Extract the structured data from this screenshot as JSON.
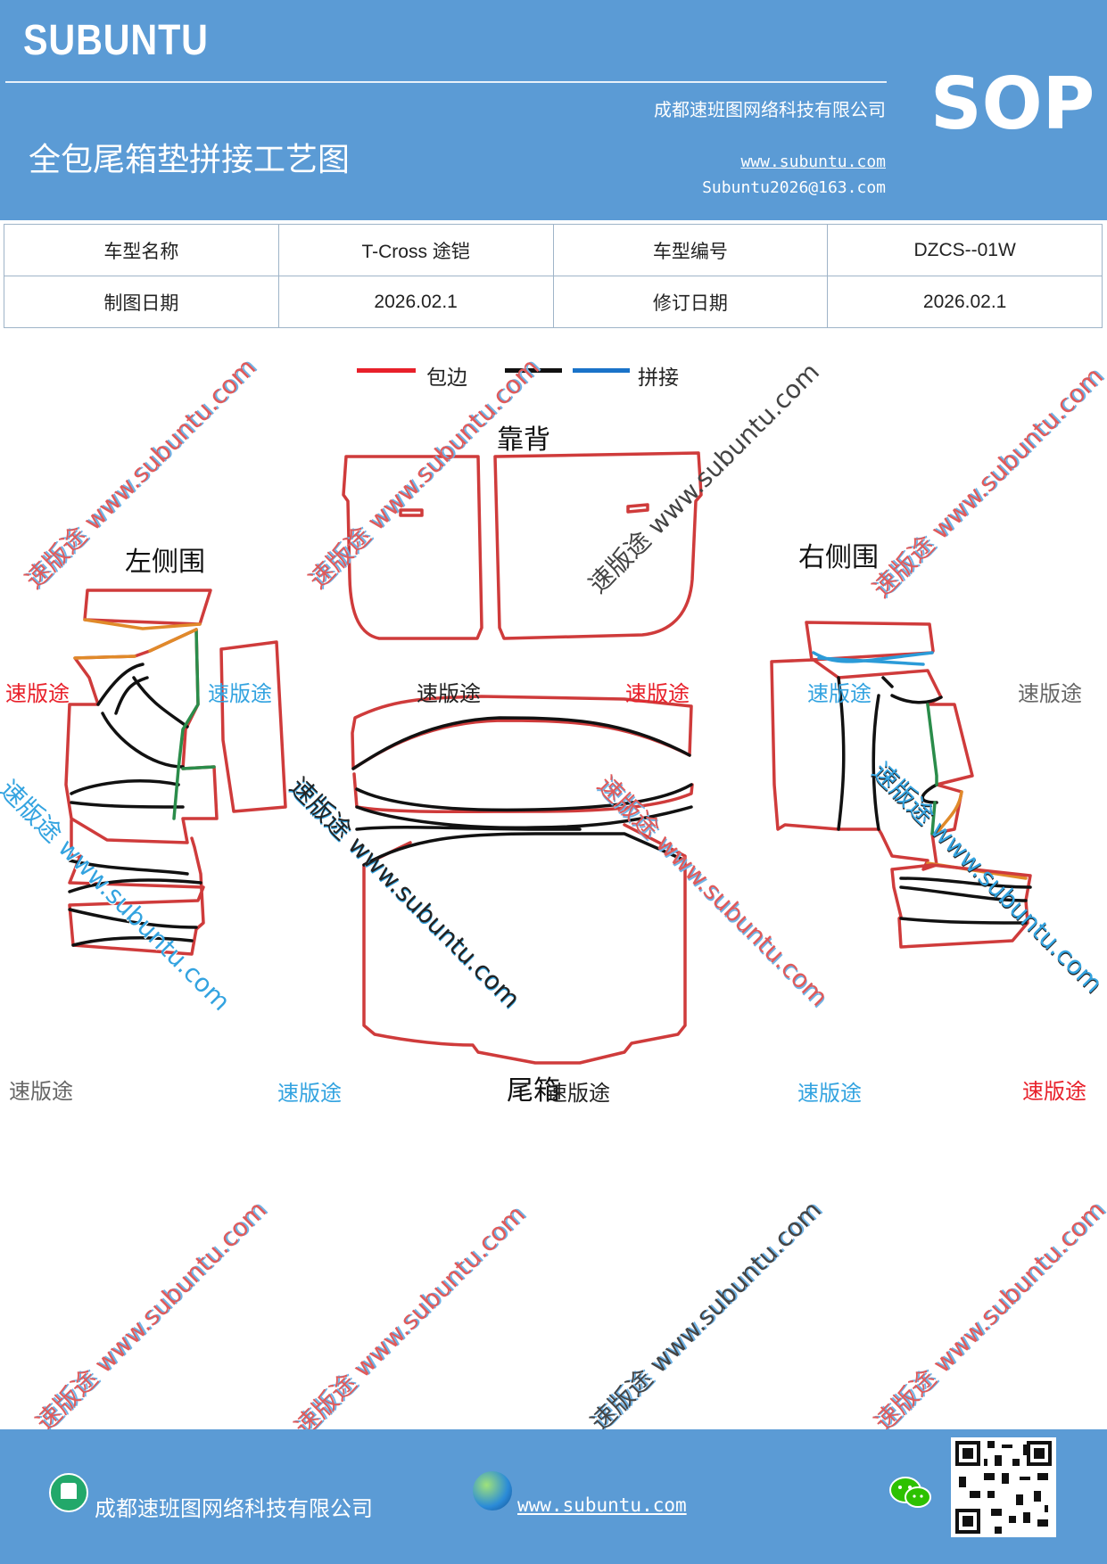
{
  "header": {
    "brand": "SUBUNTU",
    "company": "成都速班图网络科技有限公司",
    "sop": "SOP",
    "title": "全包尾箱垫拼接工艺图",
    "website": "www.subuntu.com",
    "email": "Subuntu2026@163.com"
  },
  "info_table": {
    "rows": [
      [
        "车型名称",
        "T-Cross  途铠",
        "车型编号",
        "DZCS--01W"
      ],
      [
        "制图日期",
        "2026.02.1",
        "修订日期",
        "2026.02.1"
      ]
    ]
  },
  "legend": {
    "items": [
      {
        "label": "包边",
        "color": "#e8202a"
      },
      {
        "label": "",
        "color": "#111111"
      },
      {
        "label": "拼接",
        "color": "#1a73c9"
      }
    ]
  },
  "diagram": {
    "labels": {
      "backrest": "靠背",
      "left_side": "左侧围",
      "right_side": "右侧围",
      "trunk": "尾箱"
    },
    "colors": {
      "edge": "#cf3b3b",
      "seam": "#111111",
      "side_seam": "#2a8c4a",
      "top_seam": "#e08a2a",
      "right_seam": "#2b9bd8"
    }
  },
  "watermarks": {
    "brand": "速版途",
    "url_text": "速版途 www.subuntu.com",
    "colors": {
      "red": "#e8202a",
      "blue": "#33a3e0",
      "gray": "#666666"
    }
  },
  "footer": {
    "company": "成都速班图网络科技有限公司",
    "website": "www.subuntu.com"
  }
}
